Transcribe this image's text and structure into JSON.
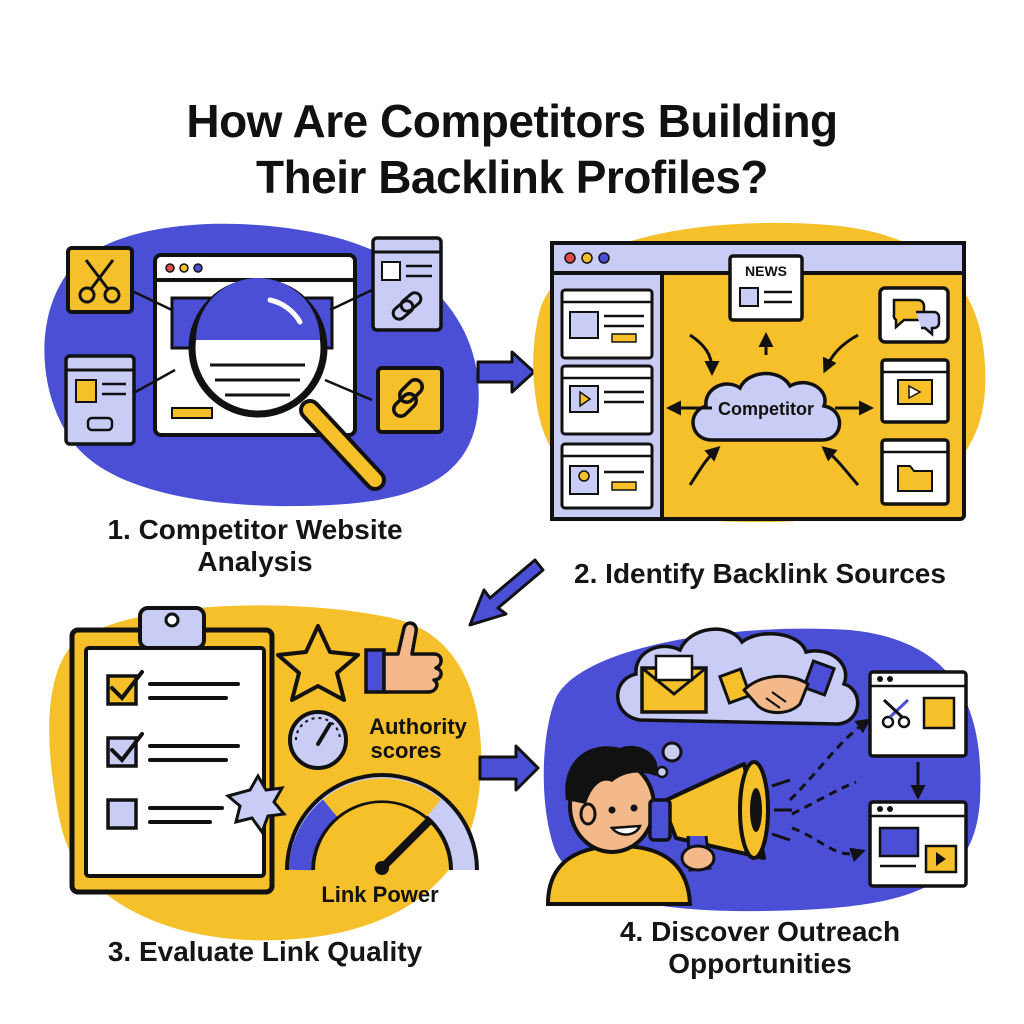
{
  "title": {
    "line1": "How Are Competitors Building",
    "line2": "Their Backlink Profiles?"
  },
  "steps": [
    {
      "label_line1": "1. Competitor Website",
      "label_line2": "Analysis"
    },
    {
      "label_line1": "2. Identify Backlink Sources",
      "label_line2": ""
    },
    {
      "label_line1": "3. Evaluate Link Quality",
      "label_line2": ""
    },
    {
      "label_line1": "4. Discover Outreach",
      "label_line2": "Opportunities"
    }
  ],
  "step2": {
    "news_label": "NEWS",
    "hub_label": "Competitor"
  },
  "step3": {
    "authority_line1": "Authority",
    "authority_line2": "scores",
    "gauge_label": "Link Power"
  },
  "colors": {
    "blue": "#4a4fd6",
    "yellow": "#f6c02a",
    "light_blue": "#c9cdf5",
    "ink": "#111111",
    "skin": "#f4b98a"
  },
  "icons": [
    "scissors-icon",
    "magnifying-glass-icon",
    "link-icon",
    "browser-window-icon",
    "news-icon",
    "chat-bubble-icon",
    "cloud-icon",
    "clipboard-icon",
    "checkbox-icon",
    "star-icon",
    "thumbs-up-icon",
    "speedometer-icon",
    "gauge-icon",
    "envelope-icon",
    "handshake-icon",
    "megaphone-icon",
    "person-icon",
    "arrow-icon"
  ]
}
